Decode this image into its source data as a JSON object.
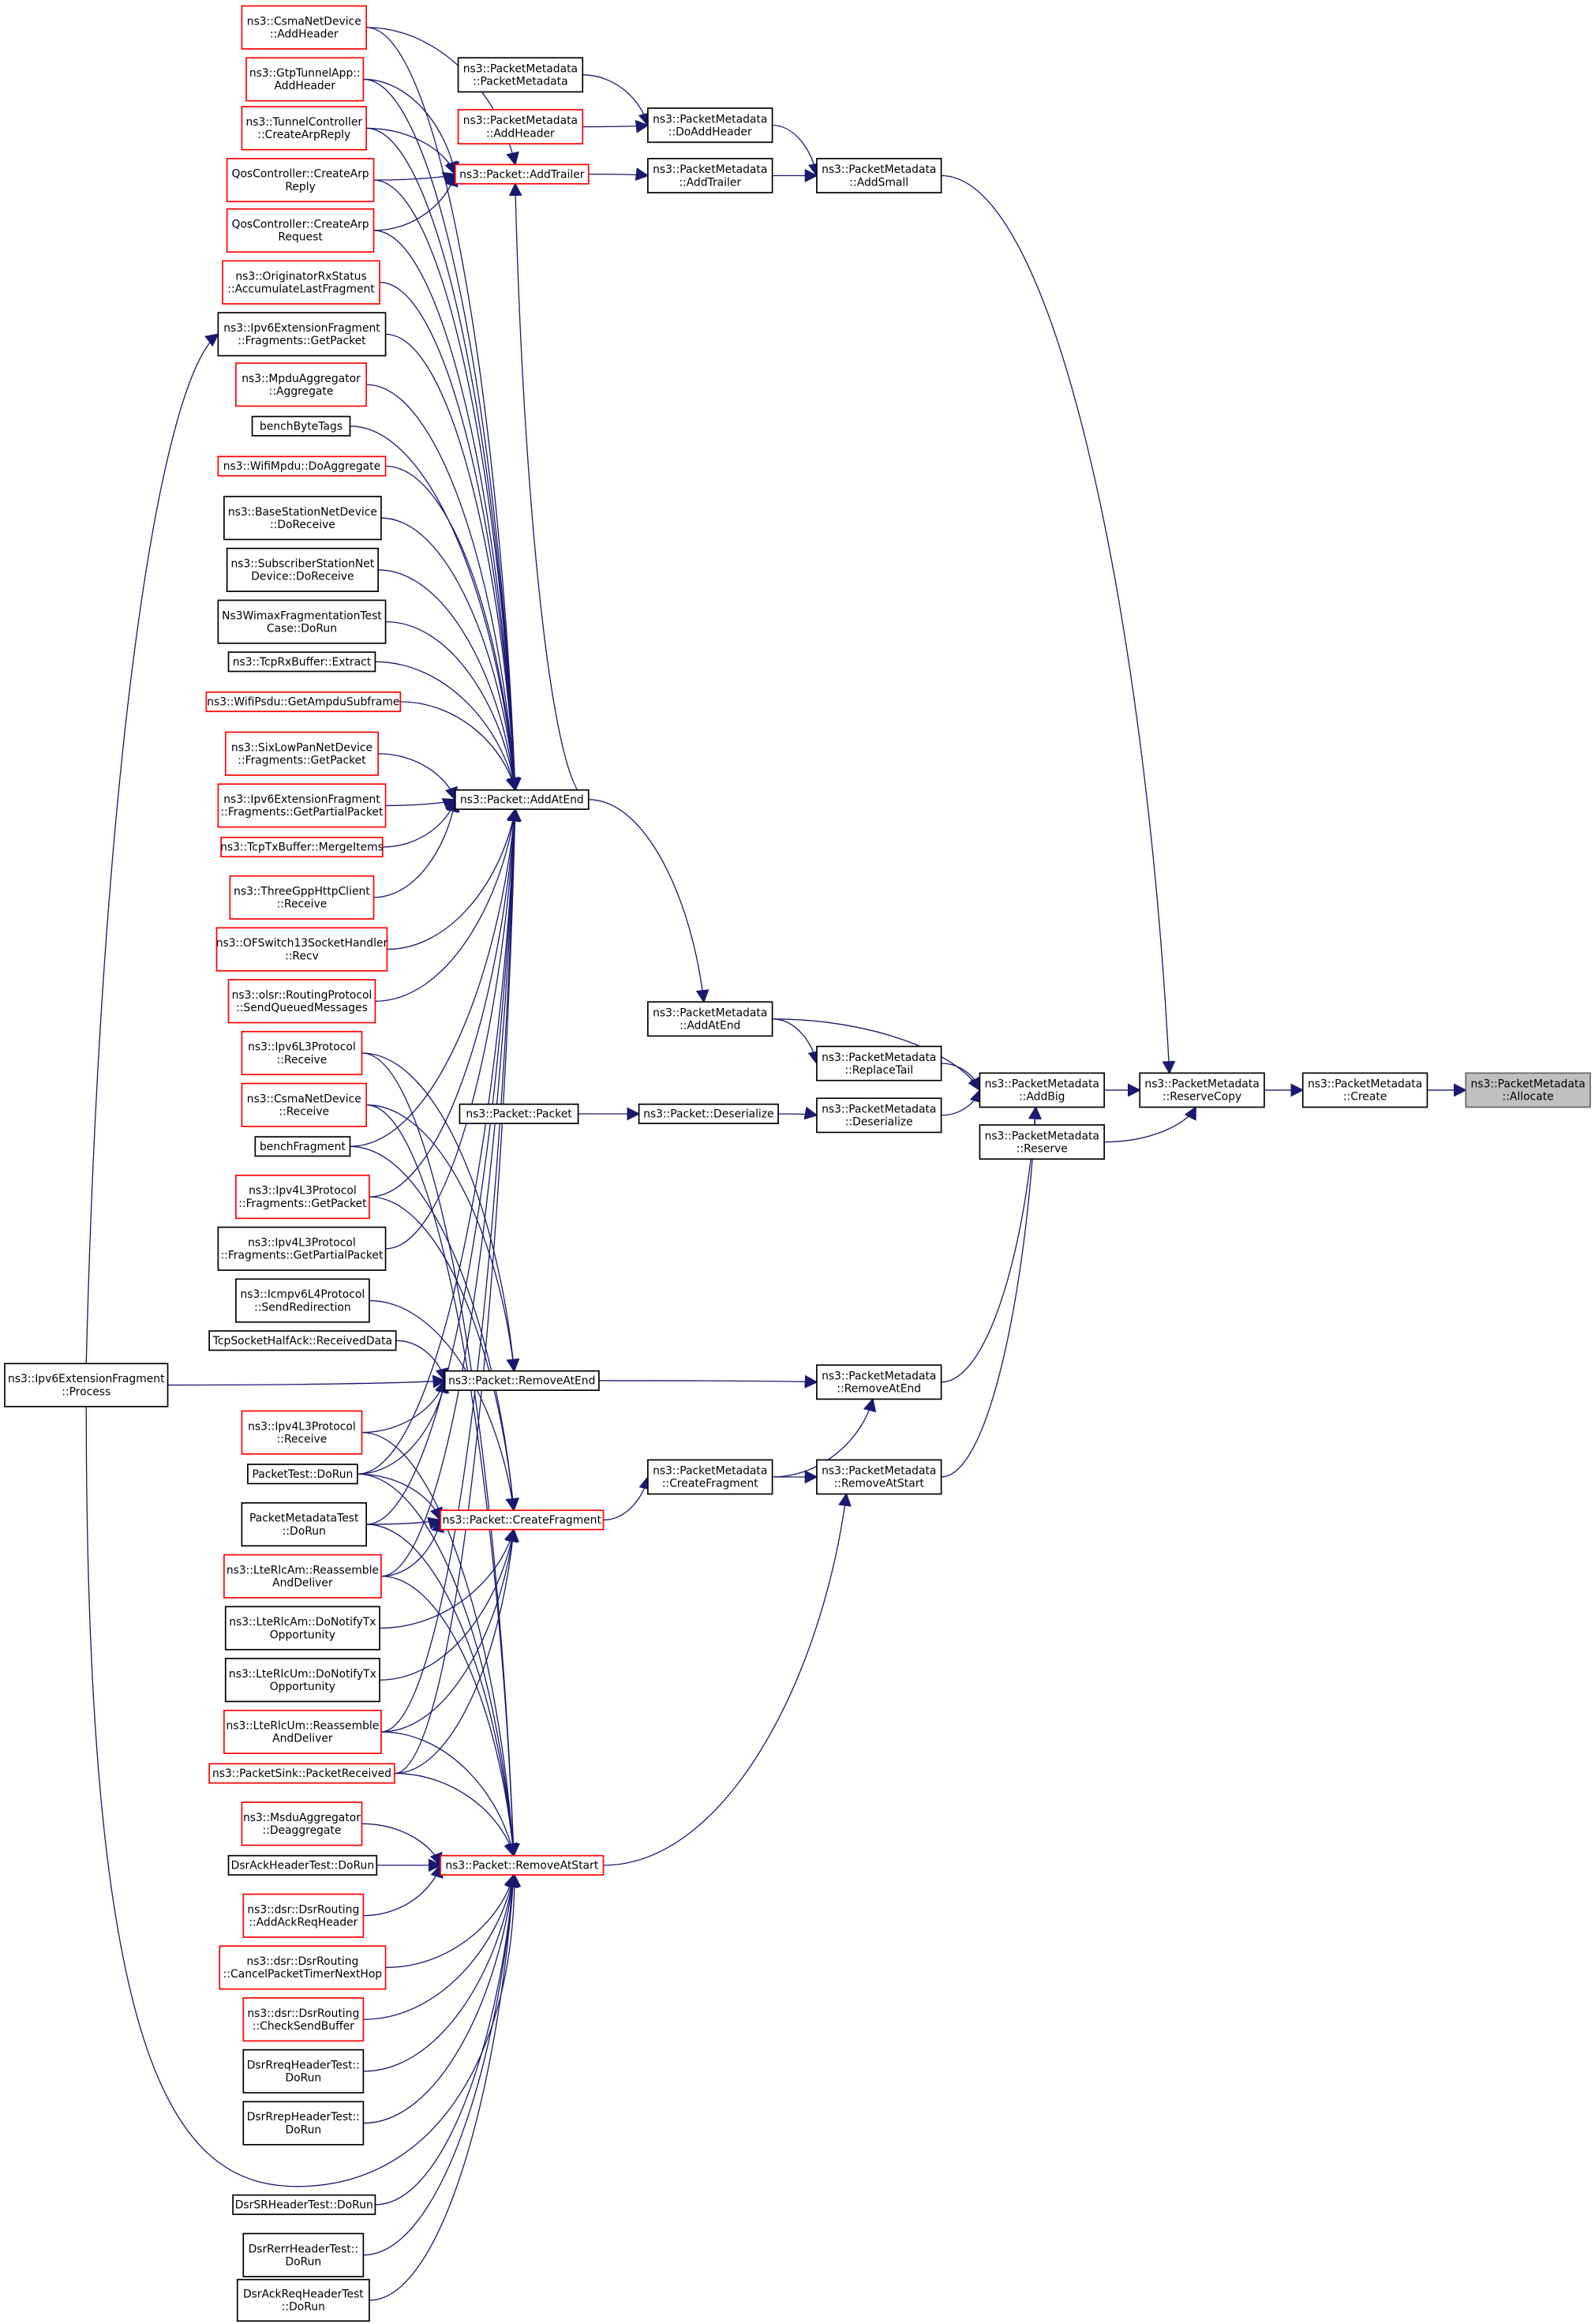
{
  "colors": {
    "edge": "#191970",
    "linked_border": "#000000",
    "undocumented_border": "#ff0000",
    "focus_fill": "#bfbfbf"
  },
  "nodes": [
    {
      "id": "csma_addheader",
      "lines": [
        "ns3::CsmaNetDevice",
        "::AddHeader"
      ],
      "kind": "red"
    },
    {
      "id": "gtp_addheader",
      "lines": [
        "ns3::GtpTunnelApp::",
        "AddHeader"
      ],
      "kind": "red"
    },
    {
      "id": "tunnel_arp",
      "lines": [
        "ns3::TunnelController",
        "::CreateArpReply"
      ],
      "kind": "red"
    },
    {
      "id": "qos_arpreply",
      "lines": [
        "QosController::CreateArp",
        "Reply"
      ],
      "kind": "red"
    },
    {
      "id": "qos_arpreq",
      "lines": [
        "QosController::CreateArp",
        "Request"
      ],
      "kind": "red"
    },
    {
      "id": "orig_accum",
      "lines": [
        "ns3::OriginatorRxStatus",
        "::AccumulateLastFragment"
      ],
      "kind": "red"
    },
    {
      "id": "ipv6frag_getpacket",
      "lines": [
        "ns3::Ipv6ExtensionFragment",
        "::Fragments::GetPacket"
      ],
      "kind": "black"
    },
    {
      "id": "mpdu_aggregate",
      "lines": [
        "ns3::MpduAggregator",
        "::Aggregate"
      ],
      "kind": "red"
    },
    {
      "id": "benchbytetags",
      "lines": [
        "benchByteTags"
      ],
      "kind": "black"
    },
    {
      "id": "wifimpdu_doagg",
      "lines": [
        "ns3::WifiMpdu::DoAggregate"
      ],
      "kind": "red"
    },
    {
      "id": "bs_doreceive",
      "lines": [
        "ns3::BaseStationNetDevice",
        "::DoReceive"
      ],
      "kind": "black"
    },
    {
      "id": "ss_doreceive",
      "lines": [
        "ns3::SubscriberStationNet",
        "Device::DoReceive"
      ],
      "kind": "black"
    },
    {
      "id": "wimax_test",
      "lines": [
        "Ns3WimaxFragmentationTest",
        "Case::DoRun"
      ],
      "kind": "black"
    },
    {
      "id": "tcprx_extract",
      "lines": [
        "ns3::TcpRxBuffer::Extract"
      ],
      "kind": "black"
    },
    {
      "id": "wifipsdu_get",
      "lines": [
        "ns3::WifiPsdu::GetAmpduSubframe"
      ],
      "kind": "red"
    },
    {
      "id": "sixlowpan_get",
      "lines": [
        "ns3::SixLowPanNetDevice",
        "::Fragments::GetPacket"
      ],
      "kind": "red"
    },
    {
      "id": "ipv6frag_partial",
      "lines": [
        "ns3::Ipv6ExtensionFragment",
        "::Fragments::GetPartialPacket"
      ],
      "kind": "red"
    },
    {
      "id": "tcptx_merge",
      "lines": [
        "ns3::TcpTxBuffer::MergeItems"
      ],
      "kind": "red"
    },
    {
      "id": "threegpp_receive",
      "lines": [
        "ns3::ThreeGppHttpClient",
        "::Receive"
      ],
      "kind": "red"
    },
    {
      "id": "ofswitch_recv",
      "lines": [
        "ns3::OFSwitch13SocketHandler",
        "::Recv"
      ],
      "kind": "red"
    },
    {
      "id": "olsr_send",
      "lines": [
        "ns3::olsr::RoutingProtocol",
        "::SendQueuedMessages"
      ],
      "kind": "red"
    },
    {
      "id": "ipv6l3_receive",
      "lines": [
        "ns3::Ipv6L3Protocol",
        "::Receive"
      ],
      "kind": "red"
    },
    {
      "id": "csma_receive",
      "lines": [
        "ns3::CsmaNetDevice",
        "::Receive"
      ],
      "kind": "red"
    },
    {
      "id": "benchfragment",
      "lines": [
        "benchFragment"
      ],
      "kind": "black"
    },
    {
      "id": "ipv4frag_get",
      "lines": [
        "ns3::Ipv4L3Protocol",
        "::Fragments::GetPacket"
      ],
      "kind": "red"
    },
    {
      "id": "ipv4frag_partial",
      "lines": [
        "ns3::Ipv4L3Protocol",
        "::Fragments::GetPartialPacket"
      ],
      "kind": "black"
    },
    {
      "id": "icmpv6_redirect",
      "lines": [
        "ns3::Icmpv6L4Protocol",
        "::SendRedirection"
      ],
      "kind": "black"
    },
    {
      "id": "tcphalfack",
      "lines": [
        "TcpSocketHalfAck::ReceivedData"
      ],
      "kind": "black"
    },
    {
      "id": "ipv6frag_process",
      "lines": [
        "ns3::Ipv6ExtensionFragment",
        "::Process"
      ],
      "kind": "black"
    },
    {
      "id": "ipv4l3_receive",
      "lines": [
        "ns3::Ipv4L3Protocol",
        "::Receive"
      ],
      "kind": "red"
    },
    {
      "id": "packettest",
      "lines": [
        "PacketTest::DoRun"
      ],
      "kind": "black"
    },
    {
      "id": "pmtest",
      "lines": [
        "PacketMetadataTest",
        "::DoRun"
      ],
      "kind": "black"
    },
    {
      "id": "rlcam_reasm",
      "lines": [
        "ns3::LteRlcAm::Reassemble",
        "AndDeliver"
      ],
      "kind": "red"
    },
    {
      "id": "rlcam_notify",
      "lines": [
        "ns3::LteRlcAm::DoNotifyTx",
        "Opportunity"
      ],
      "kind": "black"
    },
    {
      "id": "rlcum_notify",
      "lines": [
        "ns3::LteRlcUm::DoNotifyTx",
        "Opportunity"
      ],
      "kind": "black"
    },
    {
      "id": "rlcum_reasm",
      "lines": [
        "ns3::LteRlcUm::Reassemble",
        "AndDeliver"
      ],
      "kind": "red"
    },
    {
      "id": "packetsink",
      "lines": [
        "ns3::PacketSink::PacketReceived"
      ],
      "kind": "red"
    },
    {
      "id": "msdu_deagg",
      "lines": [
        "ns3::MsduAggregator",
        "::Deaggregate"
      ],
      "kind": "red"
    },
    {
      "id": "dsrack_test",
      "lines": [
        "DsrAckHeaderTest::DoRun"
      ],
      "kind": "black"
    },
    {
      "id": "dsr_addackreq",
      "lines": [
        "ns3::dsr::DsrRouting",
        "::AddAckReqHeader"
      ],
      "kind": "red"
    },
    {
      "id": "dsr_cancel",
      "lines": [
        "ns3::dsr::DsrRouting",
        "::CancelPacketTimerNextHop"
      ],
      "kind": "red"
    },
    {
      "id": "dsr_checksend",
      "lines": [
        "ns3::dsr::DsrRouting",
        "::CheckSendBuffer"
      ],
      "kind": "red"
    },
    {
      "id": "dsrrreq_test",
      "lines": [
        "DsrRreqHeaderTest::",
        "DoRun"
      ],
      "kind": "black"
    },
    {
      "id": "dsrrrep_test",
      "lines": [
        "DsrRrepHeaderTest::",
        "DoRun"
      ],
      "kind": "black"
    },
    {
      "id": "dsrsr_test",
      "lines": [
        "DsrSRHeaderTest::DoRun"
      ],
      "kind": "black"
    },
    {
      "id": "dsrrerr_test",
      "lines": [
        "DsrRerrHeaderTest::",
        "DoRun"
      ],
      "kind": "black"
    },
    {
      "id": "dsrackreq_test",
      "lines": [
        "DsrAckReqHeaderTest",
        "::DoRun"
      ],
      "kind": "black"
    },
    {
      "id": "p_addtrailer",
      "lines": [
        "ns3::Packet::AddTrailer"
      ],
      "kind": "red"
    },
    {
      "id": "p_addatend",
      "lines": [
        "ns3::Packet::AddAtEnd"
      ],
      "kind": "black"
    },
    {
      "id": "p_packet",
      "lines": [
        "ns3::Packet::Packet"
      ],
      "kind": "black"
    },
    {
      "id": "p_removeatend",
      "lines": [
        "ns3::Packet::RemoveAtEnd"
      ],
      "kind": "black"
    },
    {
      "id": "p_createfragment",
      "lines": [
        "ns3::Packet::CreateFragment"
      ],
      "kind": "red"
    },
    {
      "id": "p_removeatstart",
      "lines": [
        "ns3::Packet::RemoveAtStart"
      ],
      "kind": "red"
    },
    {
      "id": "pm_packetmetadata",
      "lines": [
        "ns3::PacketMetadata",
        "::PacketMetadata"
      ],
      "kind": "black"
    },
    {
      "id": "pm_addheader",
      "lines": [
        "ns3::PacketMetadata",
        "::AddHeader"
      ],
      "kind": "red"
    },
    {
      "id": "pm_doaddheader",
      "lines": [
        "ns3::PacketMetadata",
        "::DoAddHeader"
      ],
      "kind": "black"
    },
    {
      "id": "pm_addtrailer",
      "lines": [
        "ns3::PacketMetadata",
        "::AddTrailer"
      ],
      "kind": "black"
    },
    {
      "id": "pm_addatend",
      "lines": [
        "ns3::PacketMetadata",
        "::AddAtEnd"
      ],
      "kind": "black"
    },
    {
      "id": "p_deserialize",
      "lines": [
        "ns3::Packet::Deserialize"
      ],
      "kind": "black"
    },
    {
      "id": "pm_createfragment",
      "lines": [
        "ns3::PacketMetadata",
        "::CreateFragment"
      ],
      "kind": "black"
    },
    {
      "id": "pm_addsmall",
      "lines": [
        "ns3::PacketMetadata",
        "::AddSmall"
      ],
      "kind": "black"
    },
    {
      "id": "pm_replacetail",
      "lines": [
        "ns3::PacketMetadata",
        "::ReplaceTail"
      ],
      "kind": "black"
    },
    {
      "id": "pm_deserialize",
      "lines": [
        "ns3::PacketMetadata",
        "::Deserialize"
      ],
      "kind": "black"
    },
    {
      "id": "pm_removeatend",
      "lines": [
        "ns3::PacketMetadata",
        "::RemoveAtEnd"
      ],
      "kind": "black"
    },
    {
      "id": "pm_removeatstart",
      "lines": [
        "ns3::PacketMetadata",
        "::RemoveAtStart"
      ],
      "kind": "black"
    },
    {
      "id": "pm_addbig",
      "lines": [
        "ns3::PacketMetadata",
        "::AddBig"
      ],
      "kind": "black"
    },
    {
      "id": "pm_reserve",
      "lines": [
        "ns3::PacketMetadata",
        "::Reserve"
      ],
      "kind": "black"
    },
    {
      "id": "pm_reservecopy",
      "lines": [
        "ns3::PacketMetadata",
        "::ReserveCopy"
      ],
      "kind": "black"
    },
    {
      "id": "pm_create",
      "lines": [
        "ns3::PacketMetadata",
        "::Create"
      ],
      "kind": "black"
    },
    {
      "id": "pm_allocate",
      "lines": [
        "ns3::PacketMetadata",
        "::Allocate"
      ],
      "kind": "focus"
    }
  ],
  "edges": [
    [
      "csma_addheader",
      "p_addtrailer"
    ],
    [
      "gtp_addheader",
      "p_addtrailer"
    ],
    [
      "tunnel_arp",
      "p_addtrailer"
    ],
    [
      "qos_arpreply",
      "p_addtrailer"
    ],
    [
      "qos_arpreq",
      "p_addtrailer"
    ],
    [
      "csma_addheader",
      "p_addatend"
    ],
    [
      "gtp_addheader",
      "p_addatend"
    ],
    [
      "tunnel_arp",
      "p_addatend"
    ],
    [
      "qos_arpreply",
      "p_addatend"
    ],
    [
      "qos_arpreq",
      "p_addatend"
    ],
    [
      "orig_accum",
      "p_addatend"
    ],
    [
      "ipv6frag_getpacket",
      "p_addatend"
    ],
    [
      "mpdu_aggregate",
      "p_addatend"
    ],
    [
      "benchbytetags",
      "p_addatend"
    ],
    [
      "wifimpdu_doagg",
      "p_addatend"
    ],
    [
      "bs_doreceive",
      "p_addatend"
    ],
    [
      "ss_doreceive",
      "p_addatend"
    ],
    [
      "wimax_test",
      "p_addatend"
    ],
    [
      "tcprx_extract",
      "p_addatend"
    ],
    [
      "wifipsdu_get",
      "p_addatend"
    ],
    [
      "sixlowpan_get",
      "p_addatend"
    ],
    [
      "ipv6frag_partial",
      "p_addatend"
    ],
    [
      "tcptx_merge",
      "p_addatend"
    ],
    [
      "threegpp_receive",
      "p_addatend"
    ],
    [
      "ofswitch_recv",
      "p_addatend"
    ],
    [
      "olsr_send",
      "p_addatend"
    ],
    [
      "benchfragment",
      "p_addatend"
    ],
    [
      "ipv4frag_get",
      "p_addatend"
    ],
    [
      "ipv4frag_partial",
      "p_addatend"
    ],
    [
      "packettest",
      "p_addatend"
    ],
    [
      "pmtest",
      "p_addatend"
    ],
    [
      "rlcam_reasm",
      "p_addatend"
    ],
    [
      "rlcum_reasm",
      "p_addatend"
    ],
    [
      "packetsink",
      "p_addatend"
    ],
    [
      "ipv6l3_receive",
      "p_removeatend"
    ],
    [
      "csma_receive",
      "p_removeatend"
    ],
    [
      "tcphalfack",
      "p_removeatend"
    ],
    [
      "ipv6frag_process",
      "p_removeatend"
    ],
    [
      "ipv4l3_receive",
      "p_removeatend"
    ],
    [
      "packettest",
      "p_removeatend"
    ],
    [
      "benchfragment",
      "p_createfragment"
    ],
    [
      "ipv4frag_get",
      "p_createfragment"
    ],
    [
      "icmpv6_redirect",
      "p_createfragment"
    ],
    [
      "packettest",
      "p_createfragment"
    ],
    [
      "pmtest",
      "p_createfragment"
    ],
    [
      "rlcam_reasm",
      "p_createfragment"
    ],
    [
      "rlcam_notify",
      "p_createfragment"
    ],
    [
      "rlcum_notify",
      "p_createfragment"
    ],
    [
      "rlcum_reasm",
      "p_createfragment"
    ],
    [
      "packetsink",
      "p_createfragment"
    ],
    [
      "ipv6l3_receive",
      "p_removeatstart"
    ],
    [
      "csma_receive",
      "p_removeatstart"
    ],
    [
      "ipv4l3_receive",
      "p_removeatstart"
    ],
    [
      "packettest",
      "p_removeatstart"
    ],
    [
      "pmtest",
      "p_removeatstart"
    ],
    [
      "rlcam_reasm",
      "p_removeatstart"
    ],
    [
      "rlcum_reasm",
      "p_removeatstart"
    ],
    [
      "packetsink",
      "p_removeatstart"
    ],
    [
      "msdu_deagg",
      "p_removeatstart"
    ],
    [
      "dsrack_test",
      "p_removeatstart"
    ],
    [
      "dsr_addackreq",
      "p_removeatstart"
    ],
    [
      "dsr_cancel",
      "p_removeatstart"
    ],
    [
      "dsr_checksend",
      "p_removeatstart"
    ],
    [
      "dsrrreq_test",
      "p_removeatstart"
    ],
    [
      "dsrrrep_test",
      "p_removeatstart"
    ],
    [
      "dsrsr_test",
      "p_removeatstart"
    ],
    [
      "dsrrerr_test",
      "p_removeatstart"
    ],
    [
      "dsrackreq_test",
      "p_removeatstart"
    ],
    [
      "ipv6frag_process",
      "p_removeatstart"
    ],
    [
      "ipv6frag_process",
      "ipv6frag_getpacket"
    ],
    [
      "p_addatend",
      "p_addtrailer"
    ],
    [
      "p_addtrailer",
      "pm_addtrailer"
    ],
    [
      "pm_packetmetadata",
      "pm_doaddheader"
    ],
    [
      "pm_addheader",
      "pm_doaddheader"
    ],
    [
      "pm_doaddheader",
      "pm_addsmall"
    ],
    [
      "pm_addtrailer",
      "pm_addsmall"
    ],
    [
      "p_addatend",
      "pm_addatend"
    ],
    [
      "pm_addatend",
      "pm_replacetail"
    ],
    [
      "pm_addatend",
      "pm_addbig"
    ],
    [
      "pm_replacetail",
      "pm_addbig"
    ],
    [
      "p_packet",
      "p_deserialize"
    ],
    [
      "p_deserialize",
      "pm_deserialize"
    ],
    [
      "pm_deserialize",
      "pm_addbig"
    ],
    [
      "p_removeatend",
      "pm_removeatend"
    ],
    [
      "p_createfragment",
      "pm_createfragment"
    ],
    [
      "pm_createfragment",
      "pm_removeatend"
    ],
    [
      "pm_createfragment",
      "pm_removeatstart"
    ],
    [
      "p_removeatstart",
      "pm_removeatstart"
    ],
    [
      "pm_removeatend",
      "pm_addbig"
    ],
    [
      "pm_removeatstart",
      "pm_addbig"
    ],
    [
      "pm_addsmall",
      "pm_reservecopy"
    ],
    [
      "pm_addbig",
      "pm_reservecopy"
    ],
    [
      "pm_reserve",
      "pm_reservecopy"
    ],
    [
      "pm_reservecopy",
      "pm_create"
    ],
    [
      "pm_create",
      "pm_allocate"
    ]
  ]
}
